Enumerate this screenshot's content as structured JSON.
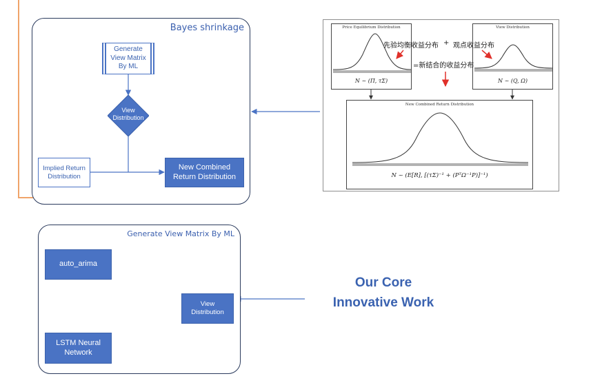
{
  "bayes_panel": {
    "title": "Bayes shrinkage"
  },
  "flow": {
    "generate_box": "Generate View Matrix By ML",
    "view_decision": "View Distribution",
    "implied_box": "Implied Return Distribution",
    "combined_box": "New Combined Return Distribution"
  },
  "ml_panel": {
    "title": "Generate View Matrix By ML",
    "auto_arima": "auto_arima",
    "lstm": "LSTM Neural Network",
    "view_box": "View Distribution"
  },
  "figure": {
    "prior_caption": "Price Equilibrium Distribution",
    "view_caption": "View Distribution",
    "combined_caption": "New Combined Return Distribution",
    "prior_formula": "N ~ (Π, τΣ)",
    "view_formula": "N ~ (Q, Ω)",
    "combined_formula": "N ~ (E[R], [(τΣ)⁻¹ + (PᵀΩ⁻¹P)]⁻¹)",
    "annot_prior": "先验均衡收益分布",
    "annot_plus": "+",
    "annot_view": "观点收益分布",
    "annot_new": "=新结合的收益分布"
  },
  "core": {
    "line1": "Our Core",
    "line2": "Innovative Work"
  },
  "colors": {
    "accent": "#4a73c4",
    "orange": "#f0a46a",
    "title_blue": "#3a5fae",
    "arrow_red": "#e0302a"
  }
}
